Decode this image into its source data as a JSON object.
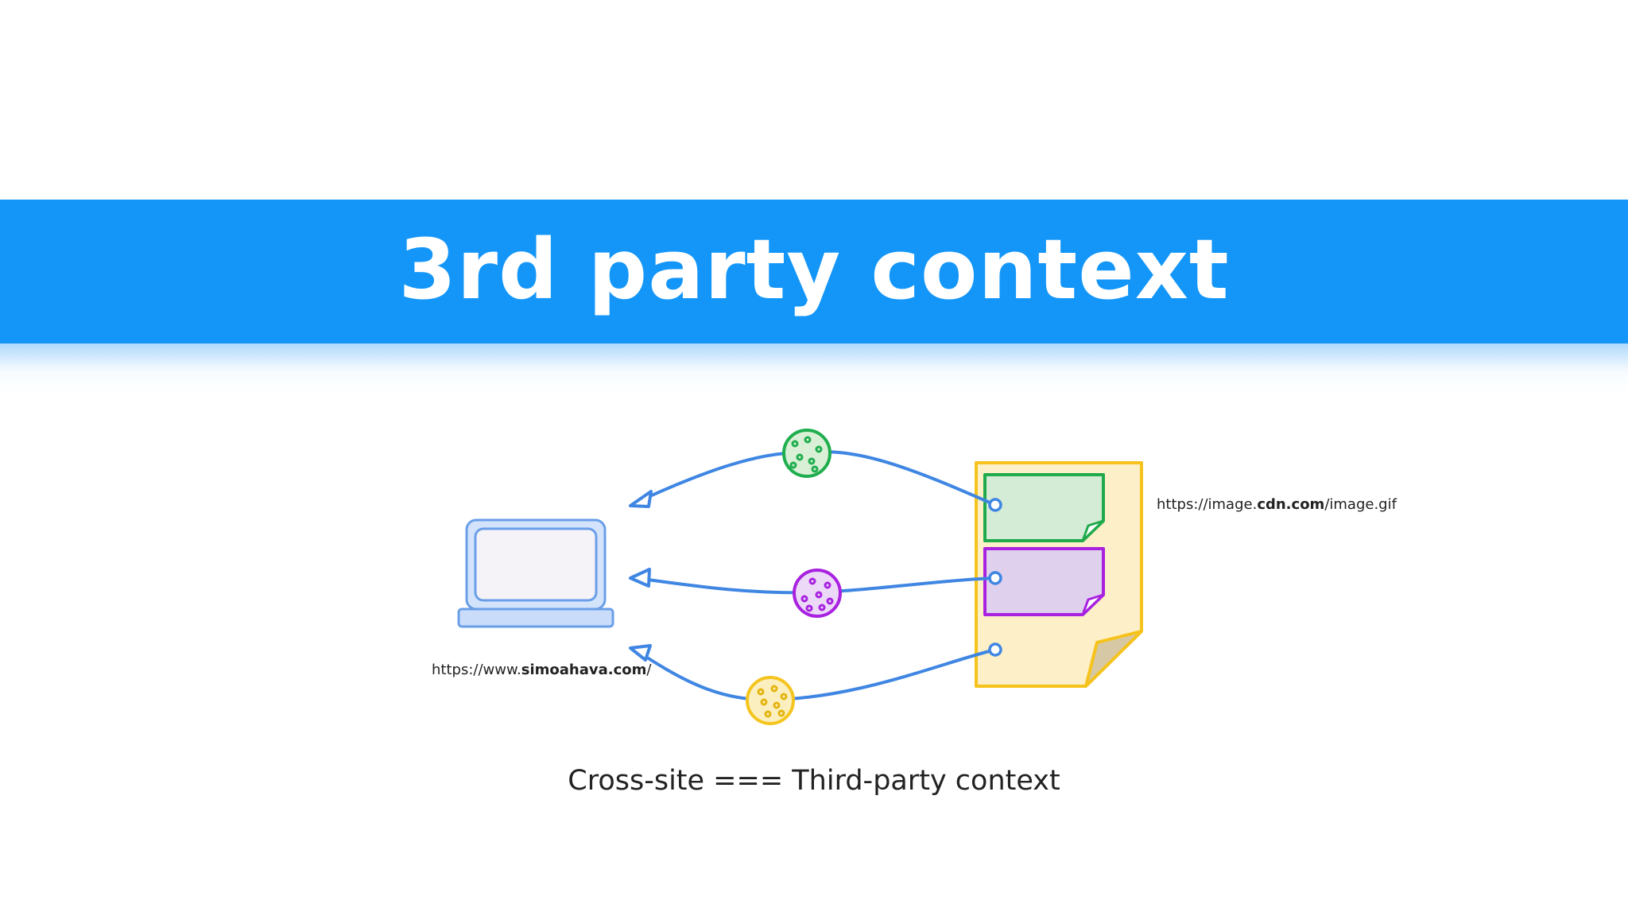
{
  "slide": {
    "title": "3rd party context",
    "caption": "Cross-site === Third-party context"
  },
  "labels": {
    "first_party": {
      "prefix": "https://www.",
      "bold": "simoahava.com",
      "suffix": "/"
    },
    "third_party": {
      "prefix": "https://image.",
      "bold": "cdn.com",
      "suffix": "/image.gif"
    }
  },
  "colors": {
    "banner": "#1496f8",
    "arrow": "#3f86e3",
    "cookie_green": "#1fae4e",
    "cookie_purple": "#a822e0",
    "cookie_yellow": "#f5c51f",
    "document": "#f6c31d"
  },
  "icons": [
    "laptop-icon",
    "document-icon",
    "cookie-icon"
  ]
}
